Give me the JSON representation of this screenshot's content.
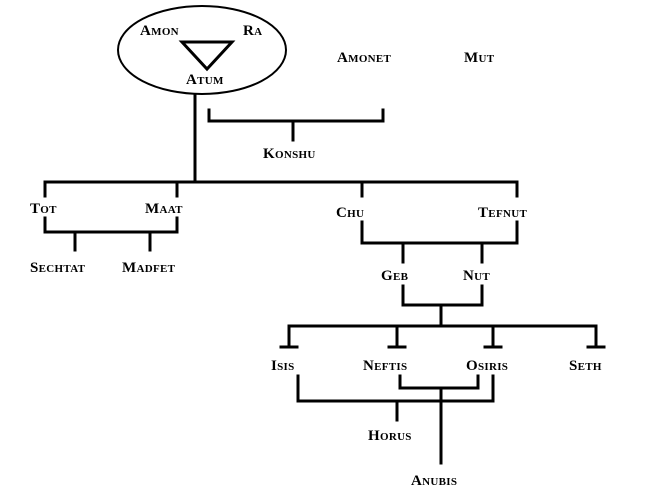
{
  "nodes": {
    "amon": "Amon",
    "ra": "Ra",
    "atum": "Atum",
    "amonet": "Amonet",
    "mut": "Mut",
    "konshu": "Konshu",
    "tot": "Tot",
    "maat": "Maat",
    "sechtat": "Sechtat",
    "madfet": "Madfet",
    "chu": "Chu",
    "tefnut": "Tefnut",
    "geb": "Geb",
    "nut": "Nut",
    "isis": "Isis",
    "neftis": "Neftis",
    "osiris": "Osiris",
    "seth": "Seth",
    "horus": "Horus",
    "anubis": "Anubis"
  }
}
